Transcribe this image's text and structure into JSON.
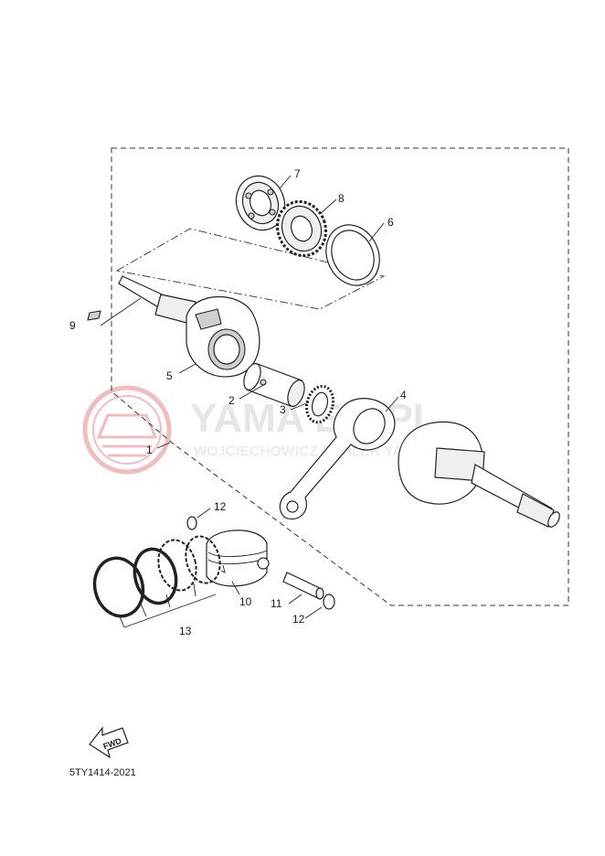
{
  "diagram_code": "5TY1414-2021",
  "watermark": {
    "brand": "YAMAHA-MOTOR.PL",
    "brand_visible": "YAMA      EM.PL",
    "subtitle": "WOJCIECHOWICZ   DEALER YAMAHA",
    "logo_color": "#e8868a"
  },
  "fwd_label": "FWD",
  "callouts": {
    "c1": "1",
    "c2": "2",
    "c3": "3",
    "c4": "4",
    "c5": "5",
    "c6": "6",
    "c7": "7",
    "c8": "8",
    "c9": "9",
    "c10": "10",
    "c11": "11",
    "c12a": "12",
    "c12b": "12",
    "c13": "13"
  }
}
